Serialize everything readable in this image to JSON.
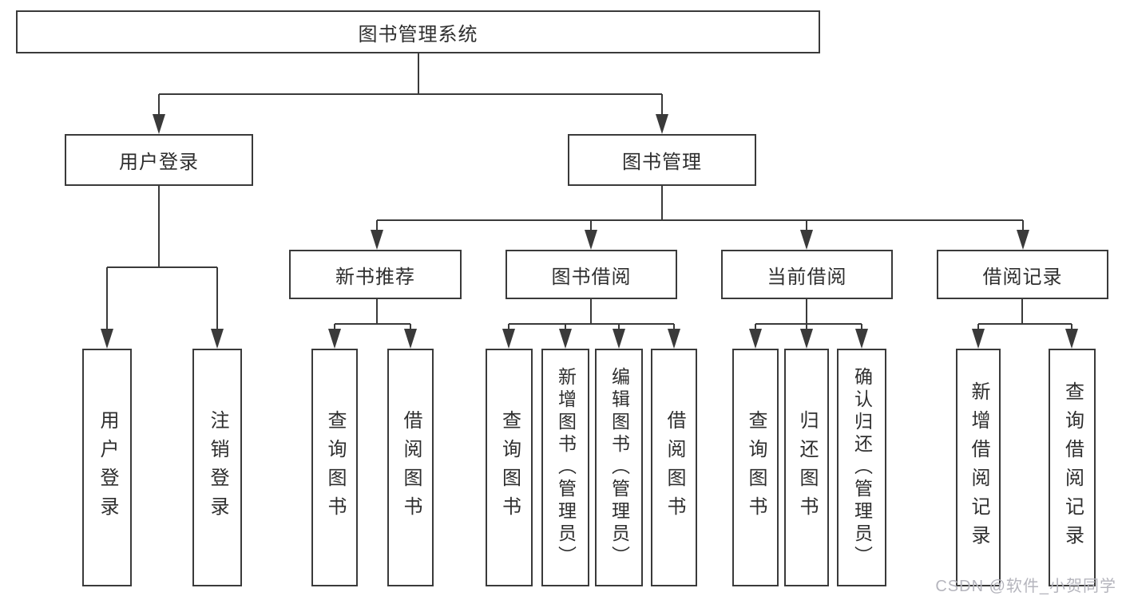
{
  "watermark": {
    "text": "CSDN @软件_小贺同学"
  },
  "colors": {
    "background": "#ffffff",
    "line": "#3a3a3a",
    "box_border": "#3a3a3a",
    "text": "#2e2e2e",
    "watermark": "#b5b5bd"
  },
  "tree": {
    "label": "图书管理系统",
    "children": [
      {
        "label": "用户登录",
        "children": [
          {
            "label": "用户登录"
          },
          {
            "label": "注销登录"
          }
        ]
      },
      {
        "label": "图书管理",
        "children": [
          {
            "label": "新书推荐",
            "children": [
              {
                "label": "查询图书"
              },
              {
                "label": "借阅图书"
              }
            ]
          },
          {
            "label": "图书借阅",
            "children": [
              {
                "label": "查询图书"
              },
              {
                "label": "新增图书（管理员）"
              },
              {
                "label": "编辑图书（管理员）"
              },
              {
                "label": "借阅图书"
              }
            ]
          },
          {
            "label": "当前借阅",
            "children": [
              {
                "label": "查询图书"
              },
              {
                "label": "归还图书"
              },
              {
                "label": "确认归还（管理员）"
              }
            ]
          },
          {
            "label": "借阅记录",
            "children": [
              {
                "label": "新增借阅记录"
              },
              {
                "label": "查询借阅记录"
              }
            ]
          }
        ]
      }
    ]
  }
}
